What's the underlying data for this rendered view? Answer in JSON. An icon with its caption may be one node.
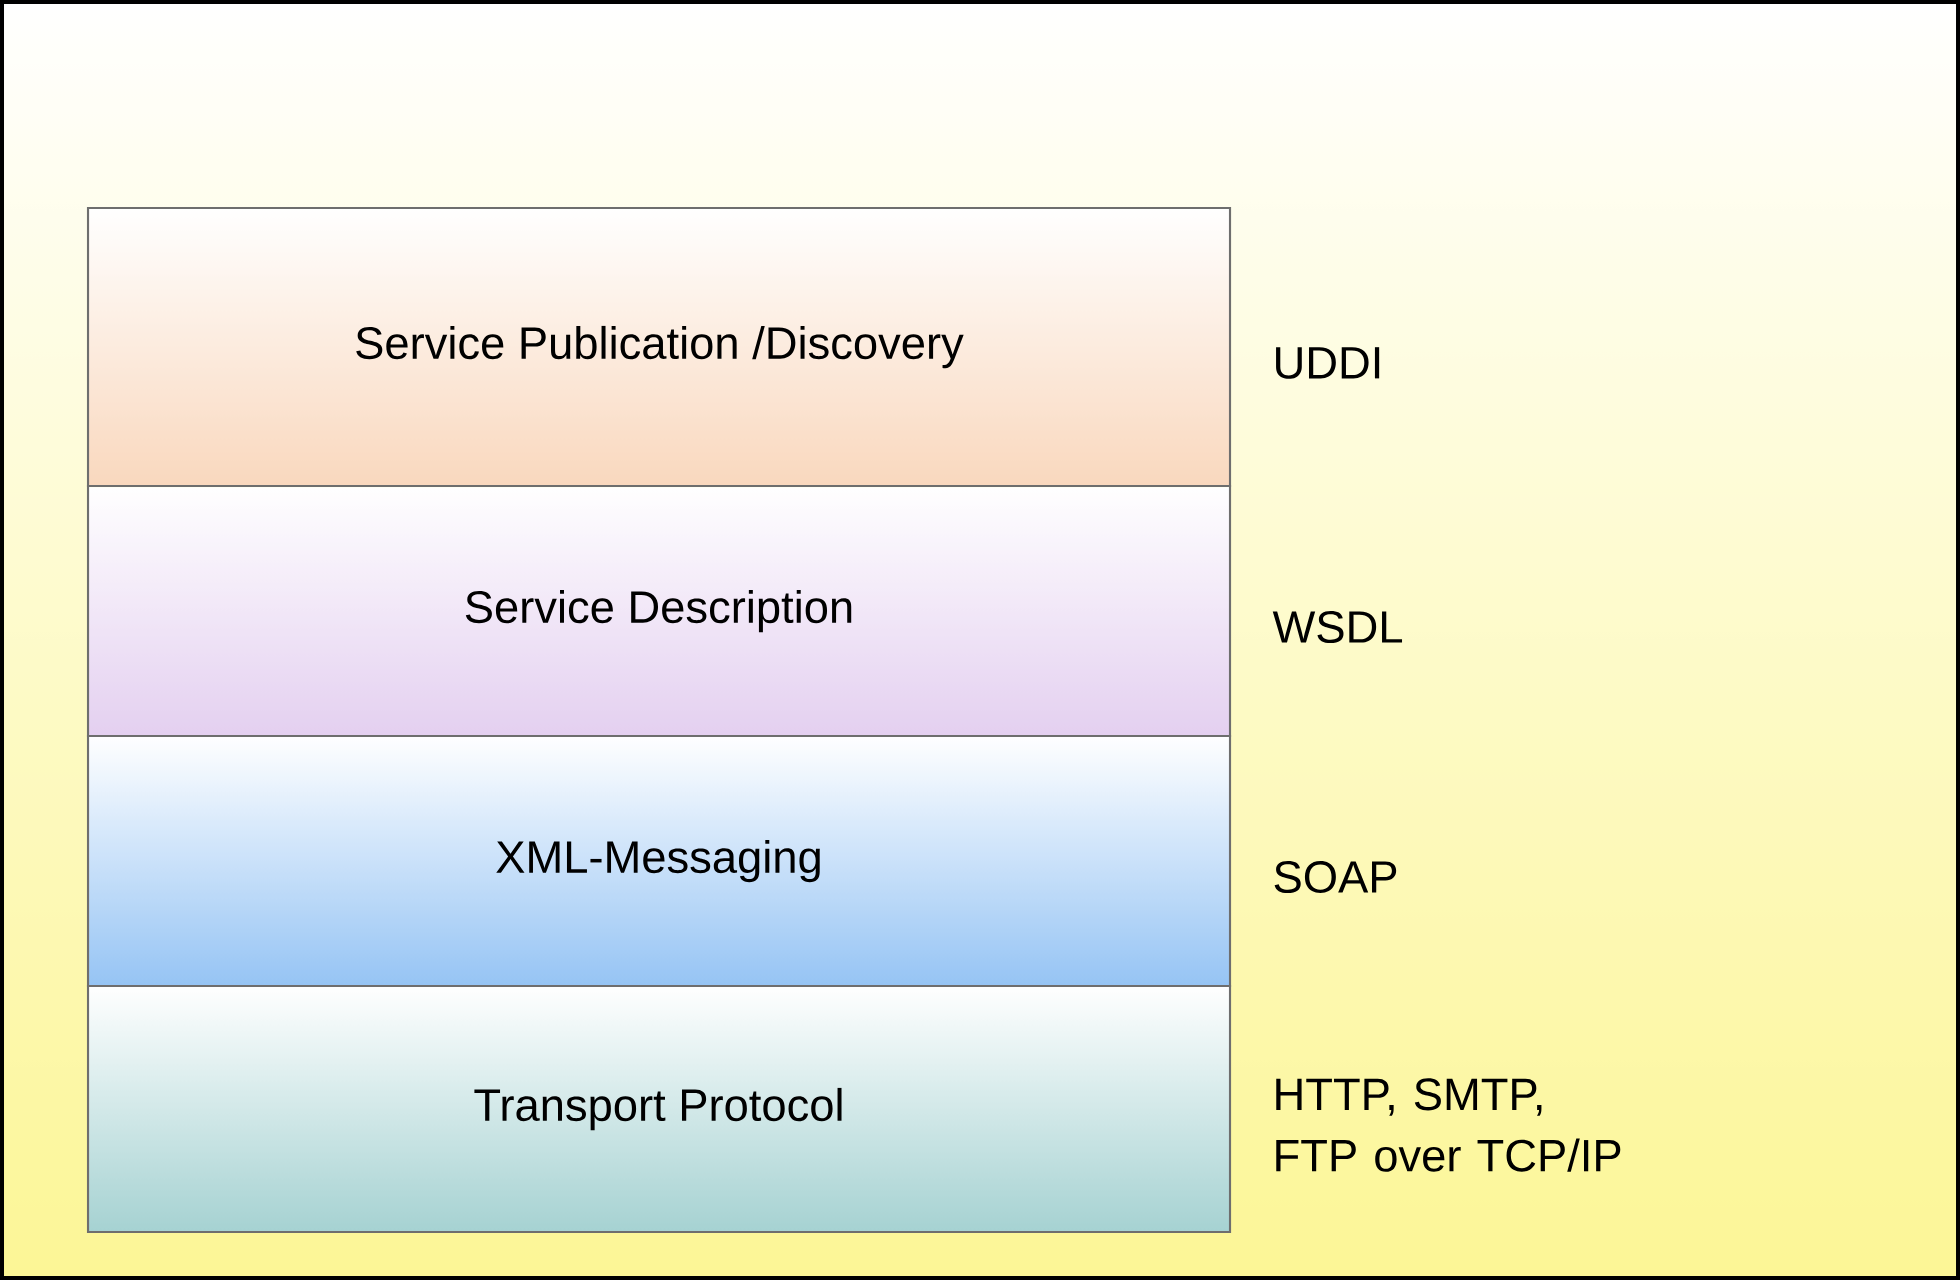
{
  "diagram": {
    "nodes": [
      {
        "text": [
          "Service Publication /Discovery"
        ],
        "beside": [
          "UDDI"
        ]
      },
      {
        "text": [
          "Service Description"
        ],
        "beside": [
          "WSDL"
        ]
      },
      {
        "text": [
          "XML-Messaging"
        ],
        "beside": [
          "SOAP"
        ]
      },
      {
        "text": [
          "Transport Protocol"
        ],
        "beside": [
          "HTTP, SMTP, FTP over TCP/IP"
        ]
      }
    ]
  }
}
